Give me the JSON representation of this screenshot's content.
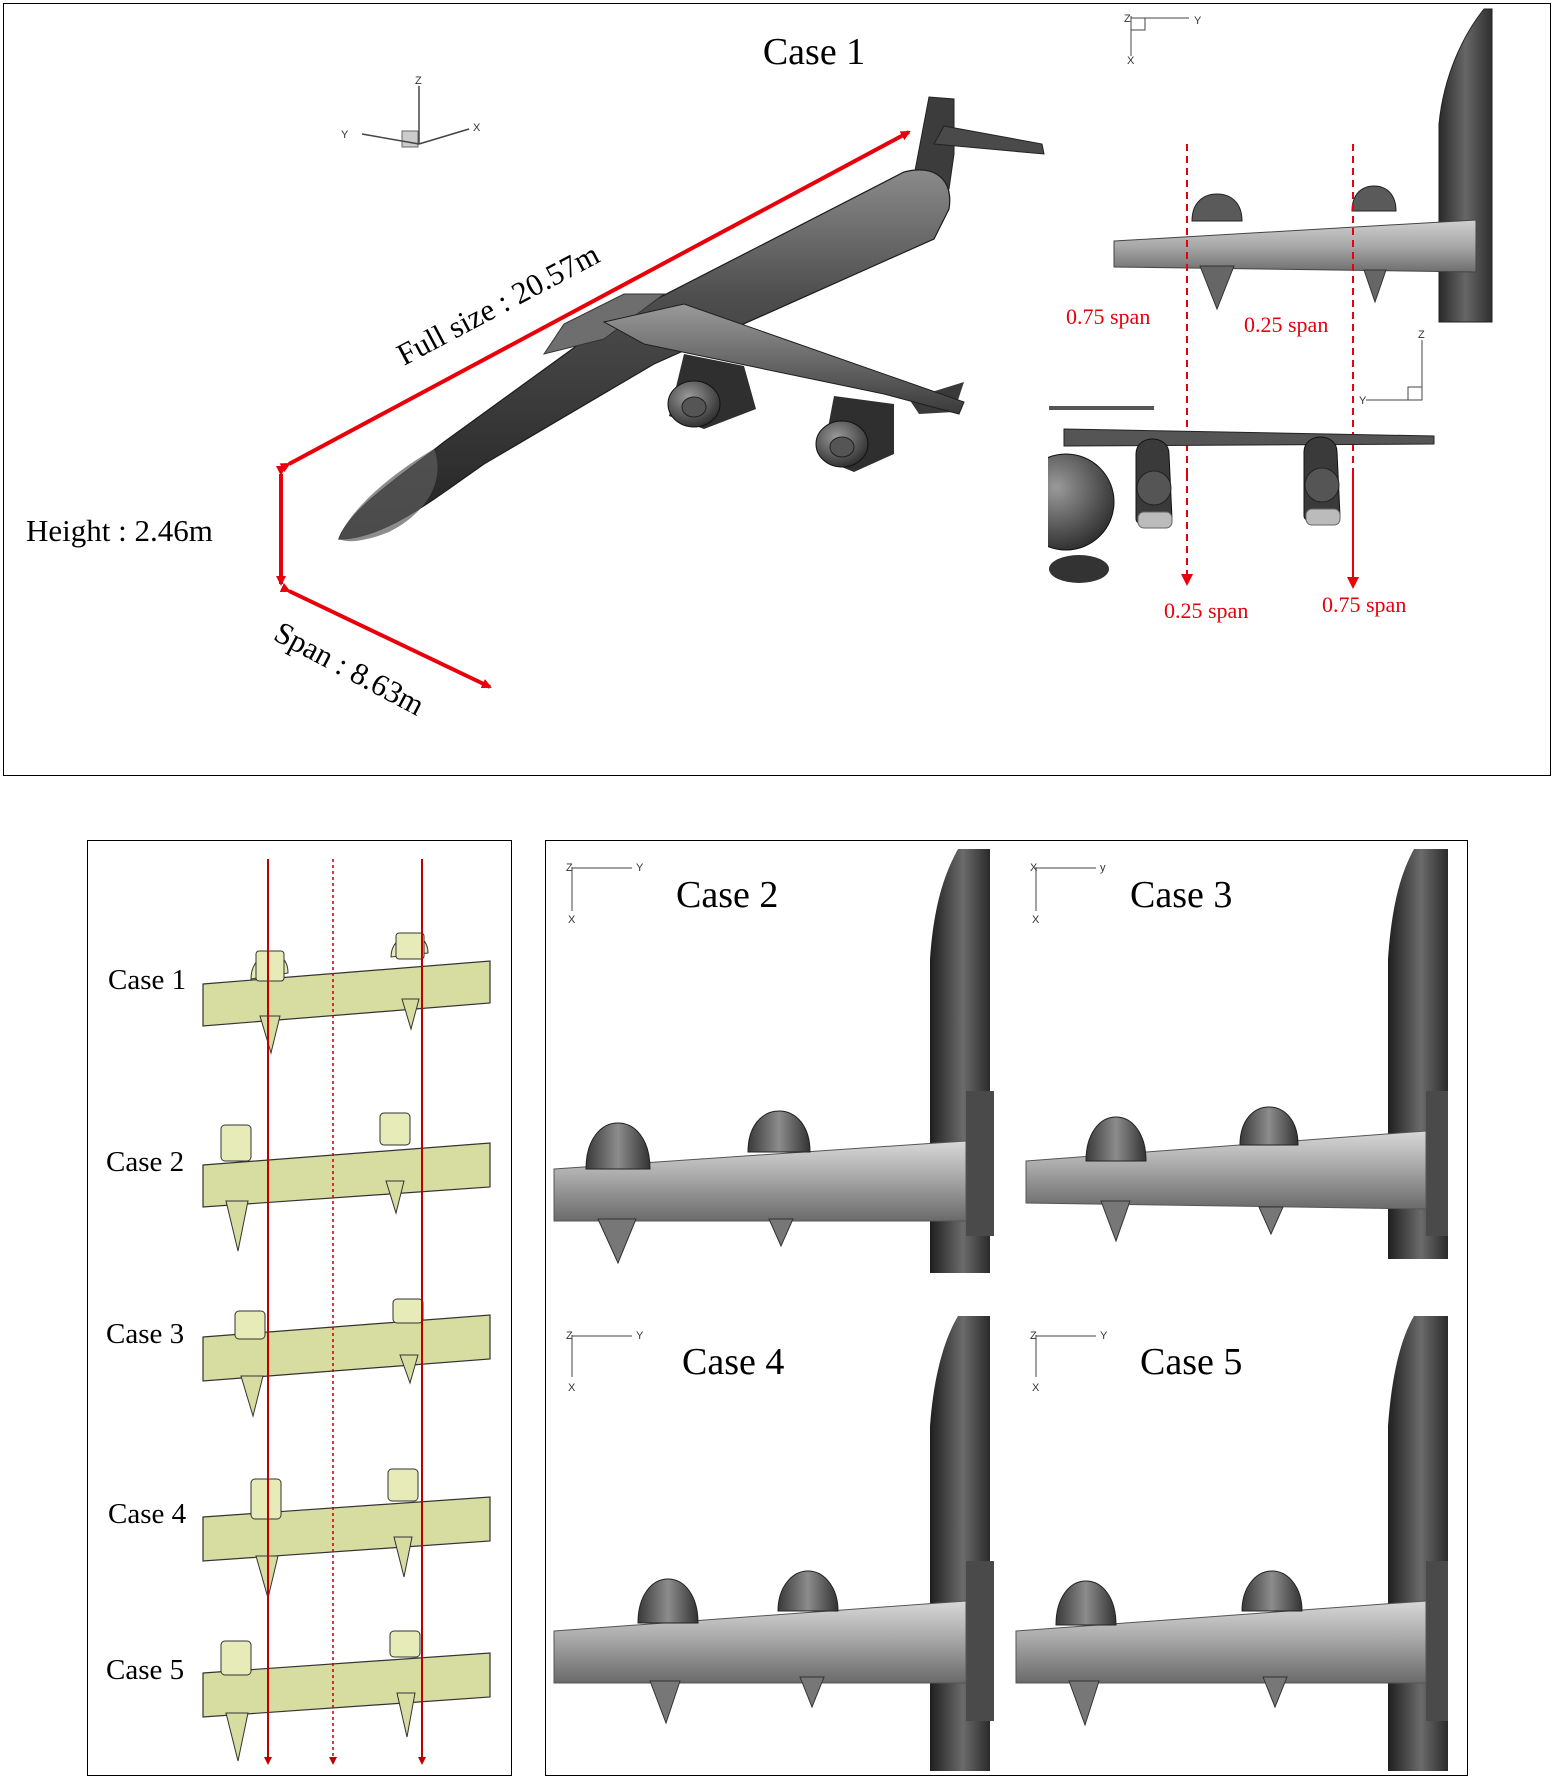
{
  "top_panel": {
    "title": "Case 1",
    "dimension_labels": {
      "full_size": "Full size : 20.57m",
      "height": "Height : 2.46m",
      "span": "Span : 8.63m"
    },
    "iso_axes": {
      "z": "Z",
      "y": "Y",
      "x": "X"
    },
    "top_view_axes": {
      "z": "Z",
      "y": "Y",
      "x": "X"
    },
    "front_view_axes": {
      "z": "Z",
      "y": "Y"
    },
    "top_view_labels": {
      "outer": "0.75 span",
      "inner": "0.25 span"
    },
    "front_view_labels": {
      "inner": "0.25 span",
      "outer": "0.75 span"
    },
    "annotation_color": "#e8000b"
  },
  "left_panel": {
    "cases": [
      {
        "label": "Case 1"
      },
      {
        "label": "Case 2"
      },
      {
        "label": "Case 3"
      },
      {
        "label": "Case 4"
      },
      {
        "label": "Case 5"
      }
    ],
    "wing_color": "#d7dca0",
    "line_color": "#c00000"
  },
  "grid_panel": {
    "cells": [
      {
        "title": "Case 2",
        "axis_z": "Z",
        "axis_y": "Y",
        "axis_x": "X"
      },
      {
        "title": "Case 3",
        "axis_z": "X",
        "axis_y": "y",
        "axis_x": "X"
      },
      {
        "title": "Case 4",
        "axis_z": "Z",
        "axis_y": "Y",
        "axis_x": "X"
      },
      {
        "title": "Case 5",
        "axis_z": "Z",
        "axis_y": "Y",
        "axis_x": "X"
      }
    ]
  }
}
